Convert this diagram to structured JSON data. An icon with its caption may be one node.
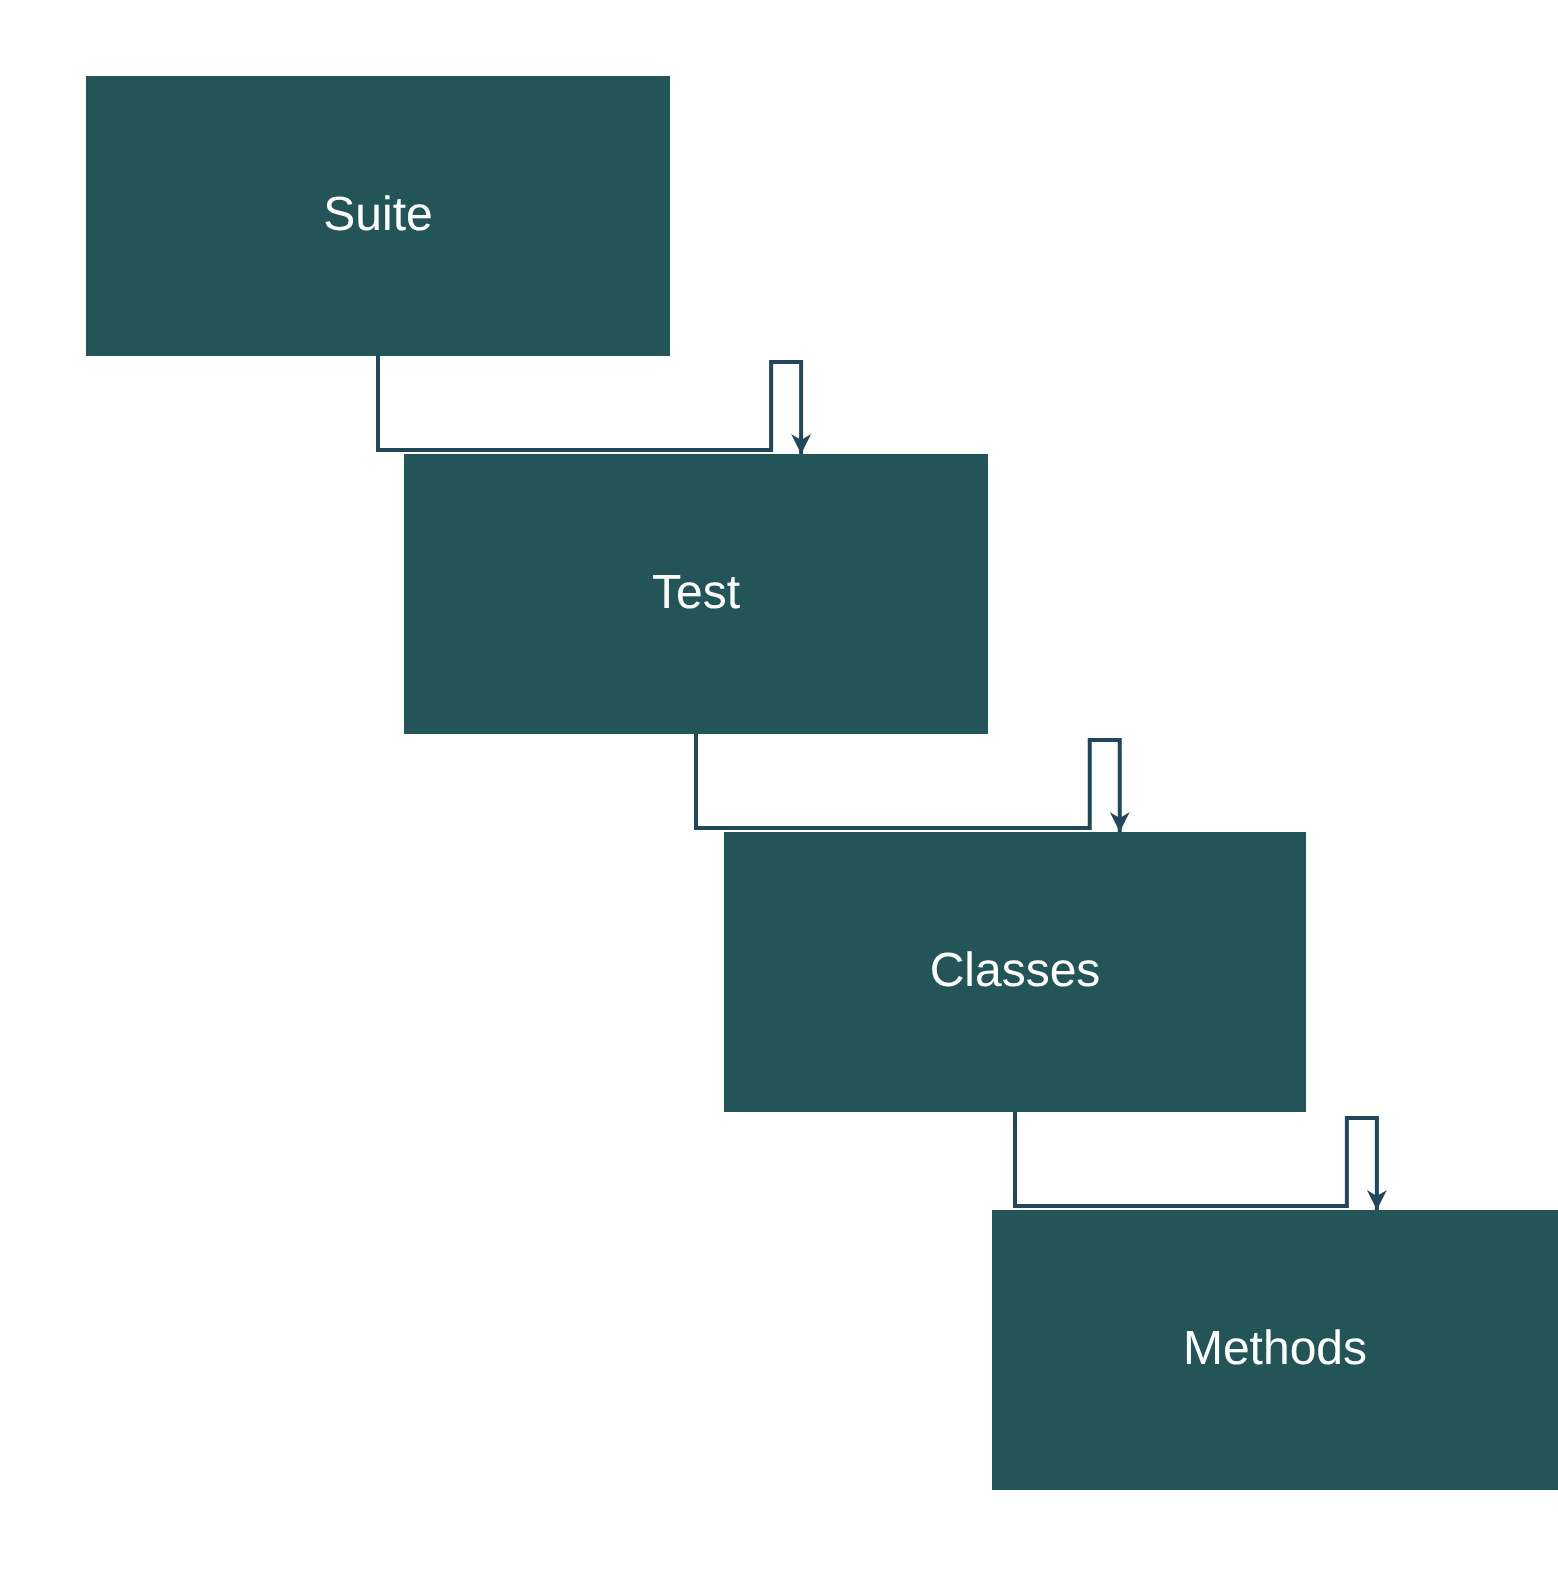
{
  "diagram": {
    "nodes": [
      {
        "text": [
          "Suite"
        ]
      },
      {
        "text": [
          "Test"
        ]
      },
      {
        "text": [
          "Classes"
        ]
      },
      {
        "text": [
          "Methods"
        ]
      }
    ],
    "edges": [
      {
        "from": 0,
        "to": 1,
        "arrow": "to"
      },
      {
        "from": 1,
        "to": 2,
        "arrow": "to"
      },
      {
        "from": 2,
        "to": 3,
        "arrow": "to"
      }
    ]
  }
}
